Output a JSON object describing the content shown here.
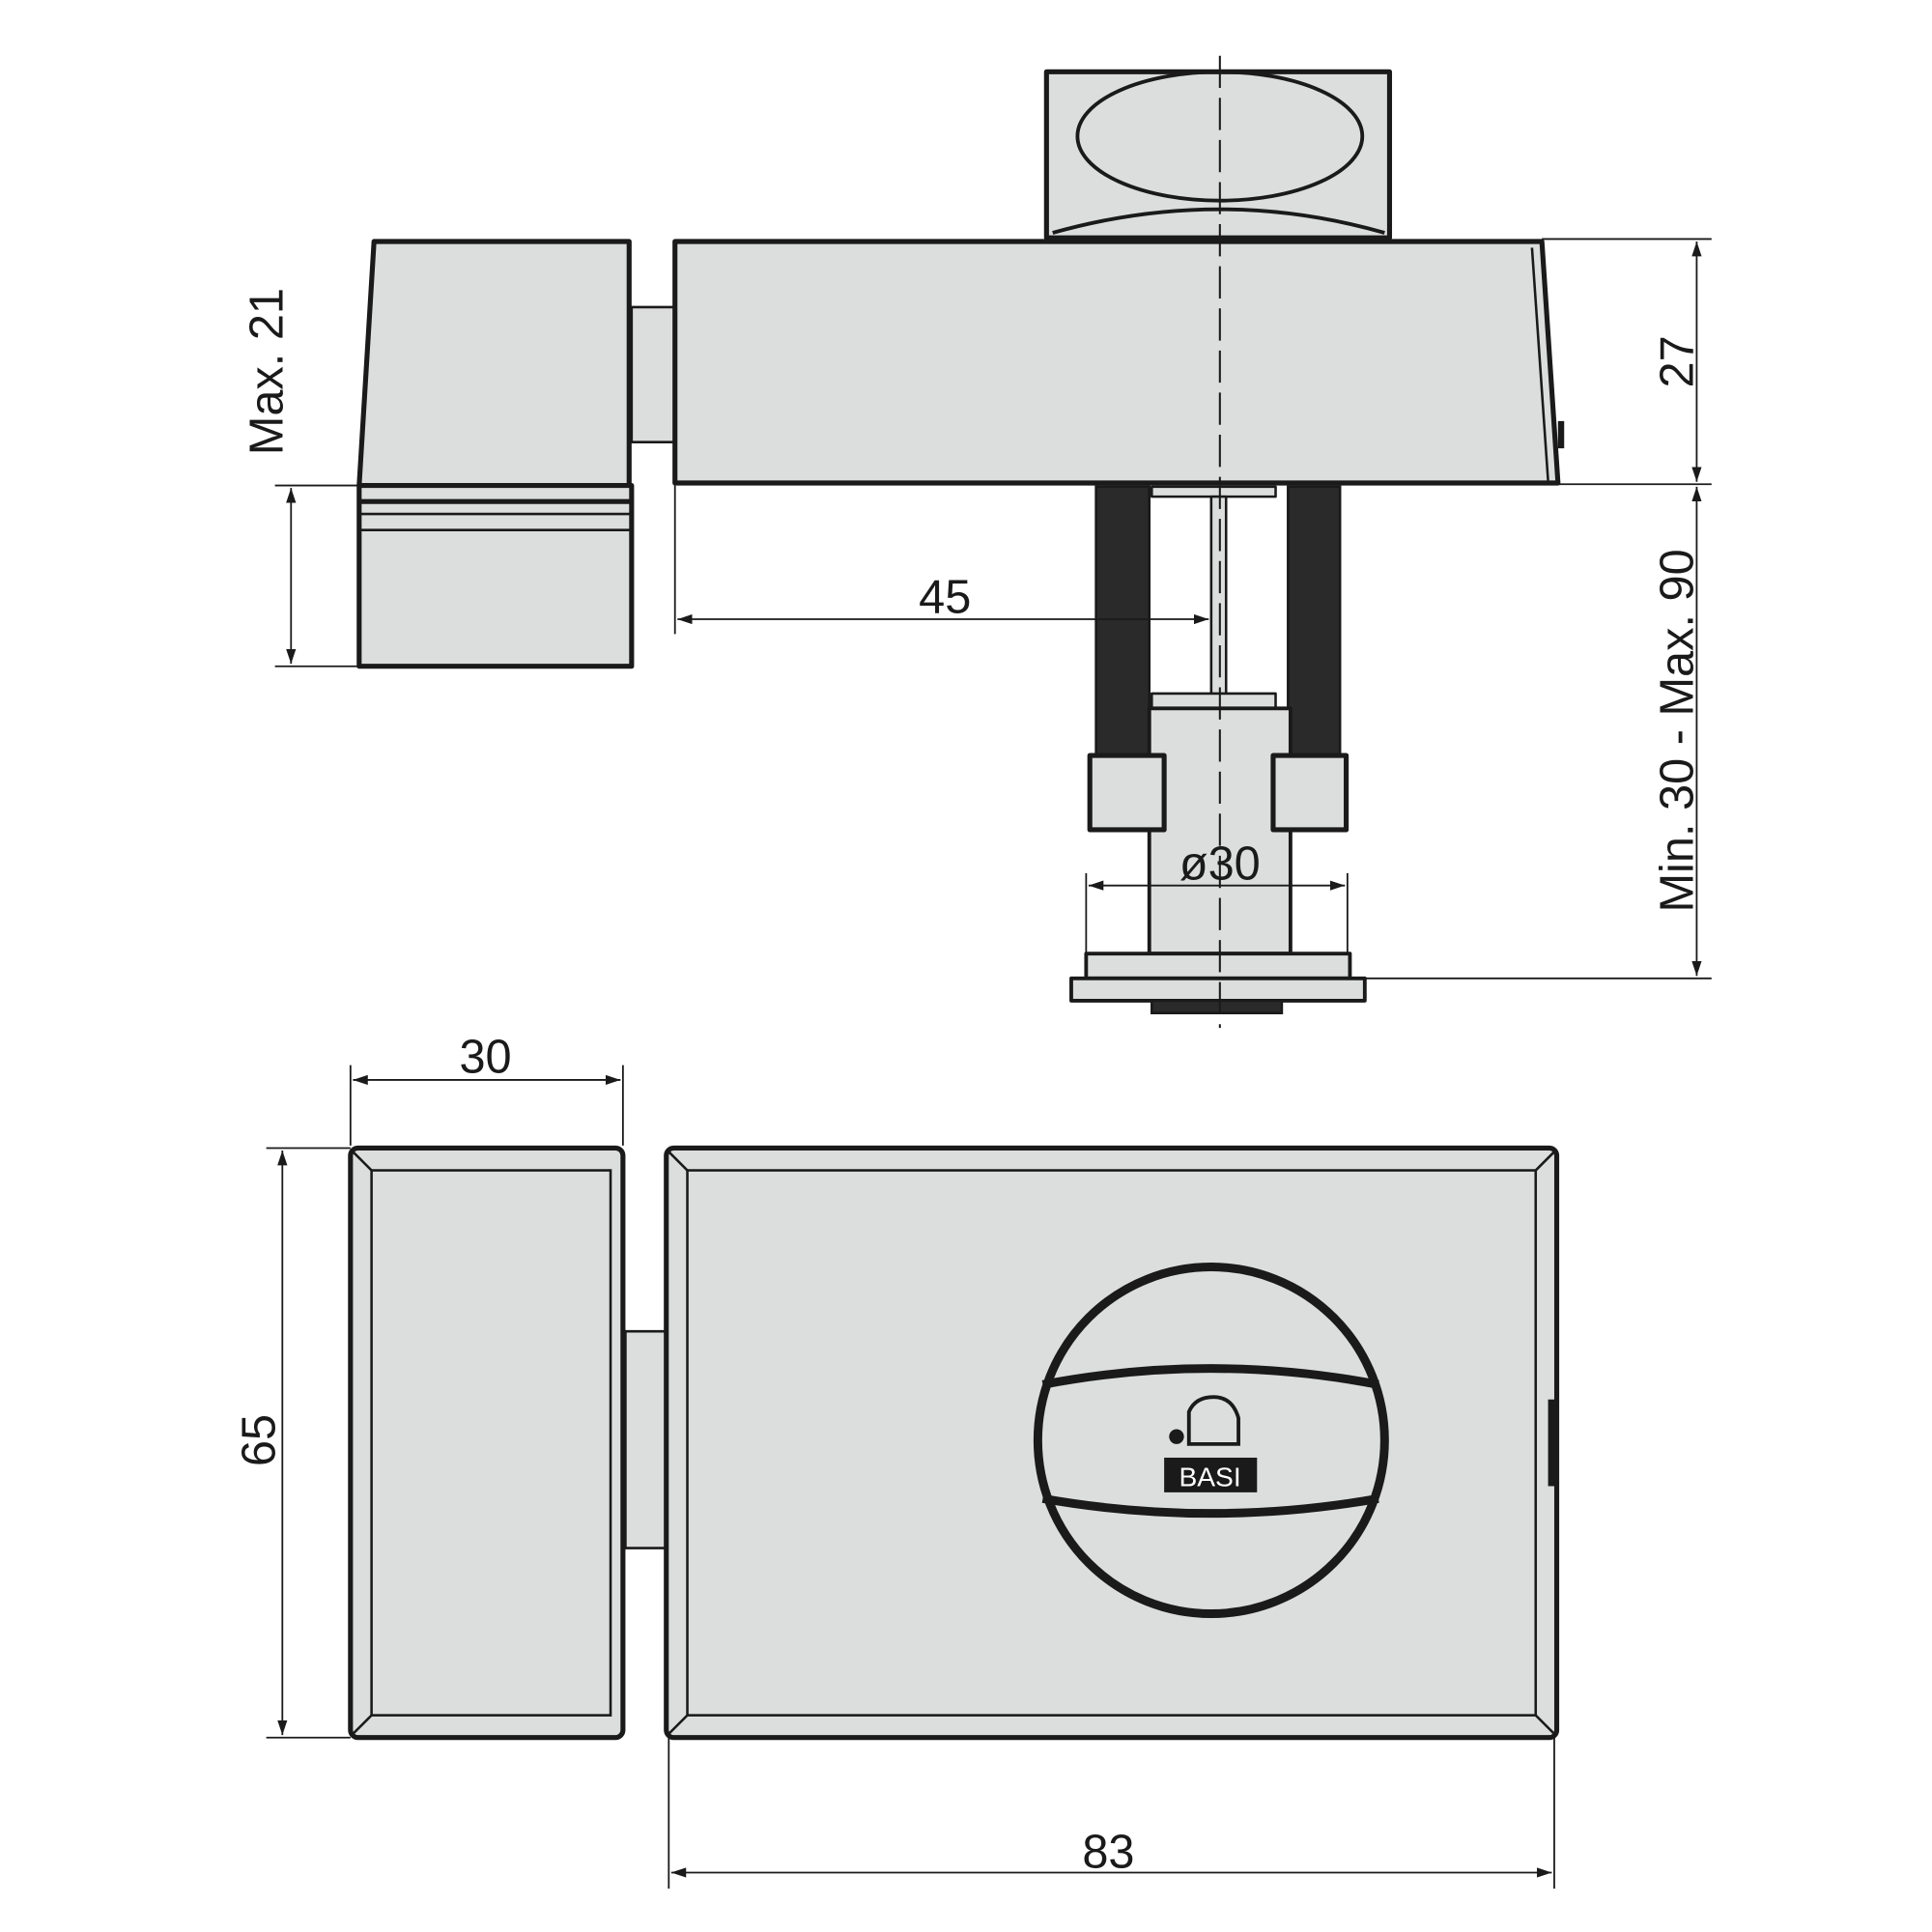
{
  "dimensions": {
    "max_21": "Max. 21",
    "d27": "27",
    "d45": "45",
    "diameter": "ø30",
    "min_max": "Min. 30 - Max. 90",
    "d30": "30",
    "d65": "65",
    "d83": "83"
  },
  "logo": {
    "text": "BASI"
  },
  "colors": {
    "body_fill": "#dcdedd",
    "line": "#1a1a1a"
  }
}
